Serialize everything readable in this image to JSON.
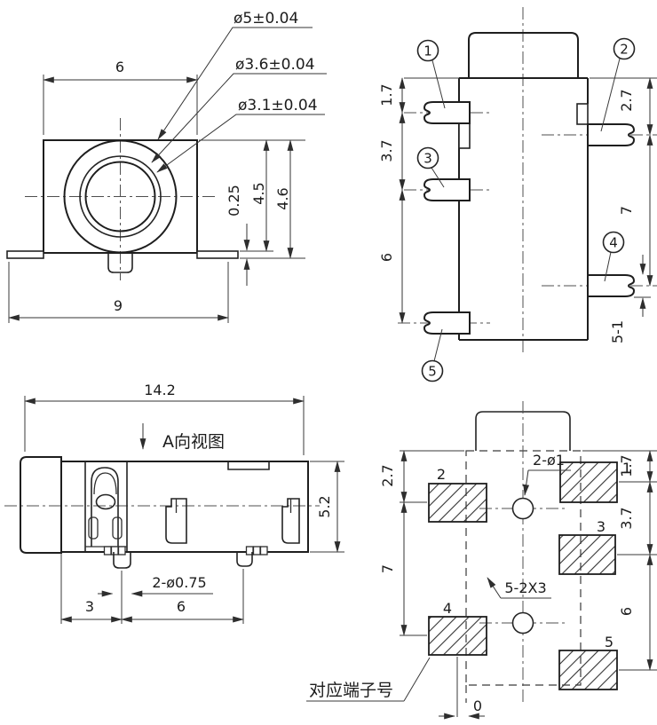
{
  "front_view": {
    "label_d5": "ø5±0.04",
    "label_d36": "ø3.6±0.04",
    "label_d31": "ø3.1±0.04",
    "dim_top_width": "6",
    "dim_bottom_width": "9",
    "dim_flange_thickness": "0.25",
    "dim_height_inner": "4.5",
    "dim_height_outer": "4.6"
  },
  "terminal_view": {
    "terminal_1": "1",
    "terminal_2": "2",
    "terminal_3": "3",
    "terminal_4": "4",
    "terminal_5": "5",
    "dim_1_7": "1.7",
    "dim_3_7": "3.7",
    "dim_6": "6",
    "dim_2_7": "2.7",
    "dim_7": "7",
    "dim_5_1": "5-1"
  },
  "side_view": {
    "title": "A向视图",
    "dim_length": "14.2",
    "dim_height": "5.2",
    "dim_pin_dia": "2-ø0.75",
    "dim_3": "3",
    "dim_6": "6"
  },
  "pcb_view": {
    "pad_1": "1",
    "pad_2": "2",
    "pad_3": "3",
    "pad_4": "4",
    "pad_5": "5",
    "label_holes": "2-ø1",
    "label_pad_size": "5-2X3",
    "note_terminals": "对应端子号",
    "dim_2_7": "2.7",
    "dim_7": "7",
    "dim_1_7": "1.7",
    "dim_3_7": "3.7",
    "dim_6": "6",
    "dim_0": "0"
  },
  "colors": {
    "line": "#1e1e1e",
    "background": "#ffffff"
  }
}
